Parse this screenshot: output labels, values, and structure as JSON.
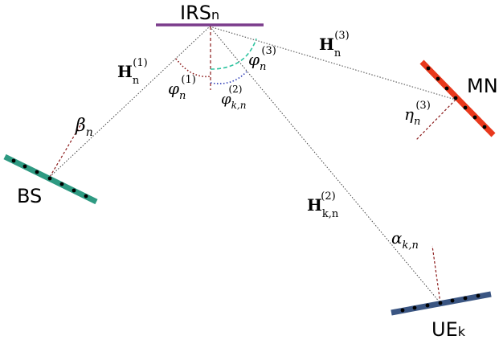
{
  "nodes": {
    "irs": {
      "main": "IRS",
      "sub": "n",
      "color": "#7b3c8c"
    },
    "bs": {
      "label": "BS",
      "color": "#2e9a82"
    },
    "mn": {
      "label": "MN",
      "color": "#e8381c"
    },
    "ue": {
      "main": "UE",
      "sub": "k",
      "color": "#3a5582"
    }
  },
  "channels": {
    "h1": {
      "symbol": "H",
      "sub": "n",
      "sup": "(1)"
    },
    "h2": {
      "symbol": "H",
      "sub": "k,n",
      "sup": "(2)"
    },
    "h3": {
      "symbol": "H",
      "sub": "n",
      "sup": "(3)"
    }
  },
  "angles": {
    "phi1": {
      "symbol": "φ",
      "sub": "n",
      "sup": "(1)",
      "color": "#8b1a1a"
    },
    "phi2": {
      "symbol": "φ",
      "sub": "k,n",
      "sup": "(2)",
      "color": "#2b3ab5"
    },
    "phi3": {
      "symbol": "φ",
      "sub": "n",
      "sup": "(3)",
      "color": "#2fc4a0"
    },
    "beta": {
      "symbol": "β",
      "sub": "n"
    },
    "eta": {
      "symbol": "η",
      "sub": "n",
      "sup": "(3)"
    },
    "alpha": {
      "symbol": "α",
      "sub": "k,n"
    }
  },
  "colors": {
    "link": "#444444",
    "normal": "#8b1a1a",
    "element_dot": "#000000"
  }
}
